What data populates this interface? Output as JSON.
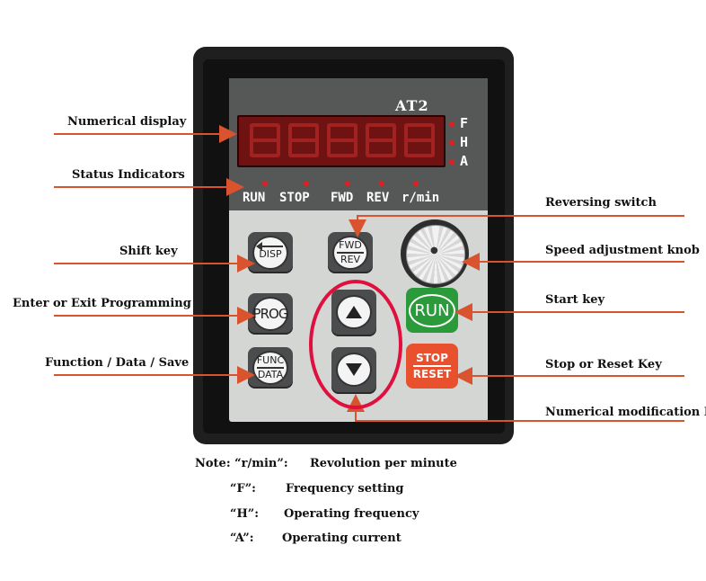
{
  "device": {
    "brand": "AT2",
    "indicators_right": [
      "F",
      "H",
      "A"
    ],
    "status_labels": [
      "RUN",
      "STOP",
      "FWD",
      "REV",
      "r/min"
    ],
    "keys": {
      "disp": "DISP",
      "prog": "PROG",
      "func_top": "FUNC",
      "func_bottom": "DATA",
      "fwd": "FWD",
      "rev": "REV",
      "run": "RUN",
      "stop": "STOP",
      "reset": "RESET"
    }
  },
  "callouts": {
    "numerical_display": "Numerical display",
    "status_indicators": "Status Indicators",
    "shift_key": "Shift key",
    "enter_exit": "Enter or Exit Programming",
    "function_data_save": "Function / Data / Save",
    "reversing_switch": "Reversing  switch",
    "speed_knob": "Speed adjustment knob",
    "start_key": "Start key",
    "stop_reset": "Stop or Reset Key",
    "numerical_mod": "Numerical modification Key"
  },
  "notes": {
    "n1_key": "Note: “r/min”:",
    "n1_val": "Revolution per minute",
    "n2_key": "“F”:",
    "n2_val": "Frequency setting",
    "n3_key": "“H”:",
    "n3_val": "Operating frequency",
    "n4_key": "“A”:",
    "n4_val": "Operating current"
  },
  "colors": {
    "arrow": "#d9532f",
    "highlight": "#e0103e",
    "run_key": "#2b9a3b",
    "stop_key": "#e8502e"
  }
}
